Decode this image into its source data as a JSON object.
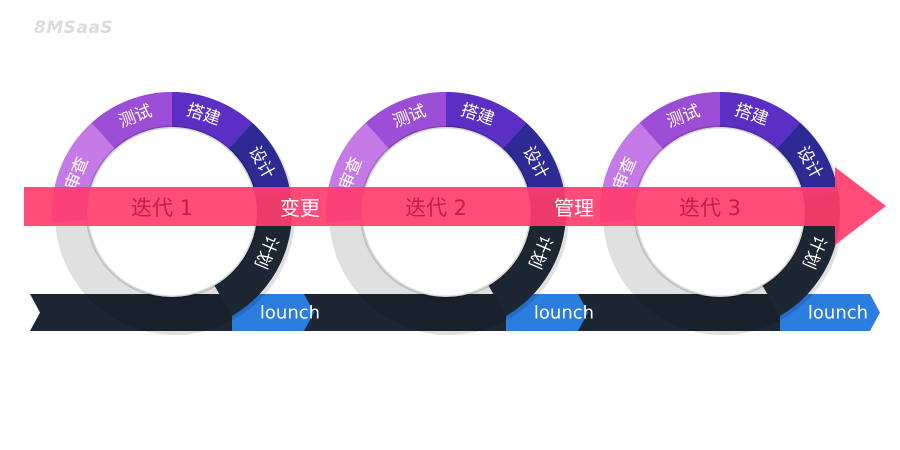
{
  "logo": {
    "text": "8MSaaS"
  },
  "colors": {
    "review": "#c57ae8",
    "test": "#9d4ed6",
    "build": "#5b2fc4",
    "design": "#2d2a93",
    "plan": "#1c2733",
    "bottom_arc": "#2b7de0",
    "band": "#ff3d6e",
    "track_dark": "#1c2733",
    "track_blue": "#2b7de0",
    "text_light": "#ffffff"
  },
  "cycles": [
    {
      "iteration_label": "迭代 1",
      "segments": {
        "review": "审查",
        "test": "测试",
        "build": "搭建",
        "design": "设计",
        "plan": "计划"
      },
      "launch_label": "lounch"
    },
    {
      "iteration_label": "迭代 2",
      "segments": {
        "review": "审查",
        "test": "测试",
        "build": "搭建",
        "design": "设计",
        "plan": "计划"
      },
      "launch_label": "lounch"
    },
    {
      "iteration_label": "迭代 3",
      "segments": {
        "review": "审查",
        "test": "测试",
        "build": "搭建",
        "design": "设计",
        "plan": "计划"
      },
      "launch_label": "lounch"
    }
  ],
  "connectors": [
    "变更",
    "管理"
  ]
}
